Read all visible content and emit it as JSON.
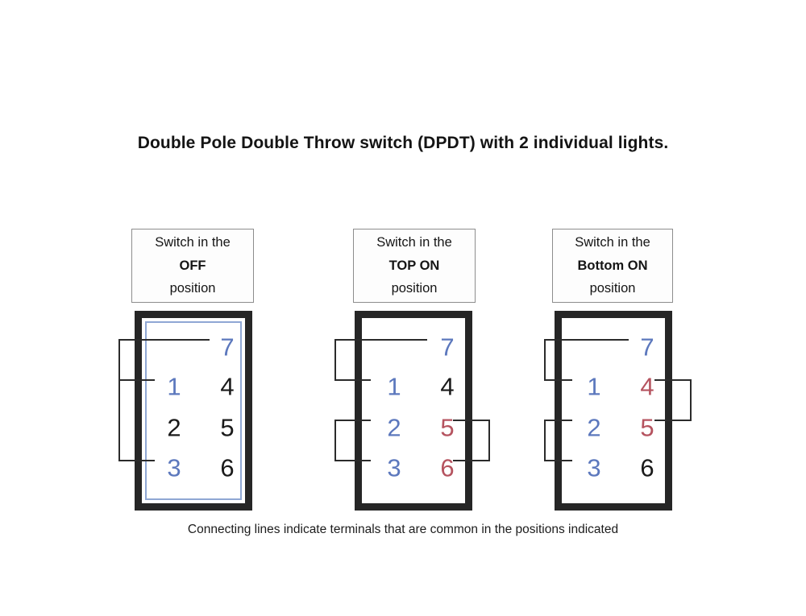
{
  "title": "Double Pole Double Throw switch (DPDT) with 2 individual lights.",
  "caption": "Connecting lines indicate terminals that are common in the positions indicated",
  "colors": {
    "blue": "#5c78bd",
    "red": "#b5535f",
    "black": "#1a1a1a",
    "body_border": "#262626",
    "inner_border": "#8fa7d4",
    "wire": "#2b2b2b"
  },
  "diagrams": [
    {
      "label_line1": "Switch in the",
      "label_line2": "OFF",
      "label_line3": "position",
      "has_inner_border": true,
      "terminals": [
        {
          "number": "7",
          "color": "blue",
          "side": "right-top"
        },
        {
          "number": "1",
          "color": "blue",
          "side": "left"
        },
        {
          "number": "2",
          "color": "black",
          "side": "left"
        },
        {
          "number": "3",
          "color": "blue",
          "side": "left"
        },
        {
          "number": "4",
          "color": "black",
          "side": "right"
        },
        {
          "number": "5",
          "color": "black",
          "side": "right"
        },
        {
          "number": "6",
          "color": "black",
          "side": "right"
        }
      ],
      "connections": [
        {
          "side": "left",
          "terminals": [
            "7",
            "1"
          ]
        },
        {
          "side": "left",
          "terminals": [
            "1",
            "3"
          ]
        }
      ]
    },
    {
      "label_line1": "Switch in the",
      "label_line2": "TOP ON",
      "label_line3": "position",
      "has_inner_border": false,
      "terminals": [
        {
          "number": "7",
          "color": "blue",
          "side": "right-top"
        },
        {
          "number": "1",
          "color": "blue",
          "side": "left"
        },
        {
          "number": "2",
          "color": "blue",
          "side": "left"
        },
        {
          "number": "3",
          "color": "blue",
          "side": "left"
        },
        {
          "number": "4",
          "color": "black",
          "side": "right"
        },
        {
          "number": "5",
          "color": "red",
          "side": "right"
        },
        {
          "number": "6",
          "color": "red",
          "side": "right"
        }
      ],
      "connections": [
        {
          "side": "left",
          "terminals": [
            "7",
            "1"
          ]
        },
        {
          "side": "left",
          "terminals": [
            "2",
            "3"
          ]
        },
        {
          "side": "right",
          "terminals": [
            "5",
            "6"
          ]
        }
      ]
    },
    {
      "label_line1": "Switch in the",
      "label_line2": "Bottom ON",
      "label_line3": "position",
      "has_inner_border": false,
      "terminals": [
        {
          "number": "7",
          "color": "blue",
          "side": "right-top"
        },
        {
          "number": "1",
          "color": "blue",
          "side": "left"
        },
        {
          "number": "2",
          "color": "blue",
          "side": "left"
        },
        {
          "number": "3",
          "color": "blue",
          "side": "left"
        },
        {
          "number": "4",
          "color": "red",
          "side": "right"
        },
        {
          "number": "5",
          "color": "red",
          "side": "right"
        },
        {
          "number": "6",
          "color": "black",
          "side": "right"
        }
      ],
      "connections": [
        {
          "side": "left",
          "terminals": [
            "7",
            "1"
          ]
        },
        {
          "side": "left",
          "terminals": [
            "2",
            "3"
          ]
        },
        {
          "side": "right",
          "terminals": [
            "4",
            "5"
          ]
        }
      ]
    }
  ]
}
